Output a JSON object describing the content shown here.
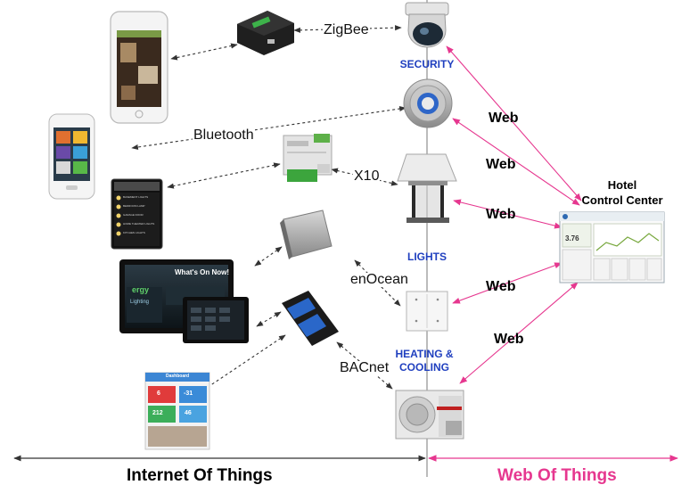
{
  "protocols": {
    "zigbee": "ZigBee",
    "bluetooth": "Bluetooth",
    "x10": "X10",
    "enocean": "enOcean",
    "bacnet": "BACnet"
  },
  "categories": {
    "security": "SECURITY",
    "lights": "LIGHTS",
    "heating_line1": "HEATING &",
    "heating_line2": "COOLING"
  },
  "web_label": "Web",
  "hotel": {
    "line1": "Hotel",
    "line2": "Control Center"
  },
  "footer": {
    "iot": "Internet Of Things",
    "wot": "Web Of Things"
  },
  "tablet": {
    "brand": "ergy",
    "headline": "What's On Now!",
    "menu_label": "Lighting"
  },
  "dashboard": {
    "title": "Dashboard",
    "tiles": [
      "6",
      "-31",
      "212",
      "46"
    ]
  },
  "phone_list": {
    "items": [
      "BASEMENT LIGHTS",
      "BEDROOM LAMP",
      "GARAGE DOOR",
      "HOME THEATER LIGHTS",
      "KITCHEN LIGHTS"
    ]
  },
  "control_panel": {
    "reading": "3.76"
  },
  "colors": {
    "web_arrow": "#e6378f",
    "category": "#1f3fbf",
    "wot_text": "#e6378f"
  }
}
